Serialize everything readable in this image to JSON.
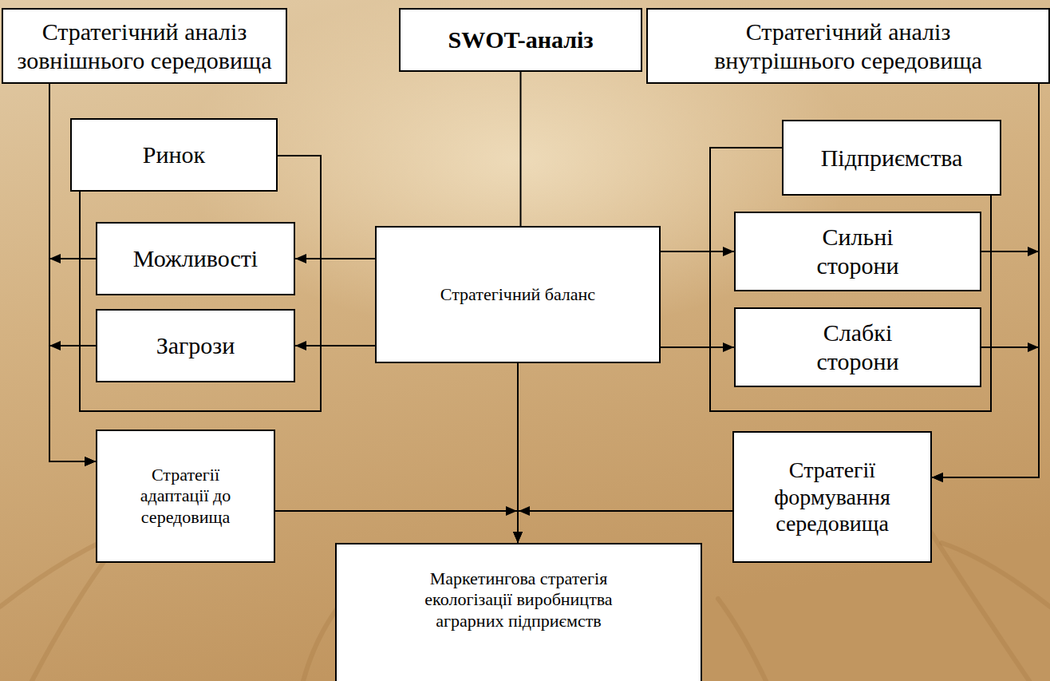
{
  "diagram": {
    "nodes": [
      {
        "text": [
          "Стратегічний аналіз зовнішнього середовища"
        ]
      },
      {
        "text": [
          "SWOT-аналіз"
        ]
      },
      {
        "text": [
          "Стратегічний аналіз внутрішнього середовища"
        ]
      },
      {
        "text": [
          "Ринок"
        ]
      },
      {
        "text": [
          "Можливості"
        ]
      },
      {
        "text": [
          "Загрози"
        ]
      },
      {
        "text": [
          "Стратегічний баланс"
        ]
      },
      {
        "text": [
          "Підприємства"
        ]
      },
      {
        "text": [
          "Сильні сторони"
        ]
      },
      {
        "text": [
          "Слабкі сторони"
        ]
      },
      {
        "text": [
          "Стратегії адаптації до середовища"
        ]
      },
      {
        "text": [
          "Стратегії формування середовища"
        ]
      },
      {
        "text": [
          "Маркетингова стратегія екологізації виробництва аграрних підприємств"
        ]
      }
    ],
    "edges": [
      {
        "from": 1,
        "to": 6,
        "arrow": "none"
      },
      {
        "from": 6,
        "to": 4,
        "arrow": "to"
      },
      {
        "from": 6,
        "to": 5,
        "arrow": "to"
      },
      {
        "from": 6,
        "to": 8,
        "arrow": "to"
      },
      {
        "from": 6,
        "to": 9,
        "arrow": "to"
      },
      {
        "from": 6,
        "to": 12,
        "arrow": "to"
      },
      {
        "from": 0,
        "to": 10,
        "arrow": "to"
      },
      {
        "from": 4,
        "to": 10,
        "arrow": "to"
      },
      {
        "from": 5,
        "to": 10,
        "arrow": "to"
      },
      {
        "from": 2,
        "to": 11,
        "arrow": "to"
      },
      {
        "from": 8,
        "to": 11,
        "arrow": "to"
      },
      {
        "from": 9,
        "to": 11,
        "arrow": "to"
      },
      {
        "from": 10,
        "to": 12,
        "arrow": "to"
      },
      {
        "from": 11,
        "to": 12,
        "arrow": "to"
      }
    ]
  }
}
